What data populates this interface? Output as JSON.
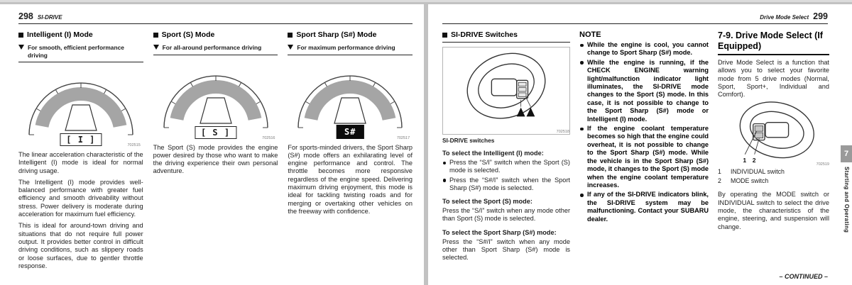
{
  "left_page": {
    "page_number": "298",
    "header_title": "SI-DRIVE",
    "columns": [
      {
        "title": "Intelligent (I) Mode",
        "tagline": "For smooth, efficient performance driving",
        "symbol": "[ I ]",
        "figure_code": "702515",
        "paragraphs": [
          "The linear acceleration characteristic of the Intelligent (I) mode is ideal for normal driving usage.",
          "The Intelligent (I) mode provides well-balanced performance with greater fuel efficiency and smooth driveability without stress. Power delivery is moderate during acceleration for maximum fuel efficiency.",
          "This is ideal for around-town driving and situations that do not require full power output. It provides better control in difficult driving conditions, such as slippery roads or loose surfaces, due to gentler throttle response."
        ]
      },
      {
        "title": "Sport (S) Mode",
        "tagline": "For all-around performance driving",
        "symbol": "[ S ]",
        "figure_code": "702516",
        "paragraphs": [
          "The Sport (S) mode provides the engine power desired by those who want to make the driving experience their own personal adventure."
        ]
      },
      {
        "title": "Sport Sharp (S#) Mode",
        "tagline": "For maximum performance driving",
        "symbol": "S#",
        "figure_code": "702517",
        "paragraphs": [
          "For sports-minded drivers, the Sport Sharp (S#) mode offers an exhilarating level of engine performance and control. The throttle becomes more responsive regardless of the engine speed. Delivering maximum driving enjoyment, this mode is ideal for tackling twisting roads and for merging or overtaking other vehicles on the freeway with confidence."
        ]
      }
    ]
  },
  "right_page": {
    "page_number": "299",
    "header_title": "Drive Mode Select",
    "switches": {
      "title": "SI-DRIVE Switches",
      "figure_code": "702518",
      "caption": "SI-DRIVE switches",
      "intelligent_heading": "To select the Intelligent (I) mode:",
      "intelligent_bullets": [
        "Press the “S/I” switch when the Sport (S) mode is selected.",
        "Press the “S#/I” switch when the Sport Sharp (S#) mode is selected."
      ],
      "sport_heading": "To select the Sport (S) mode:",
      "sport_text": "Press the “S/I” switch when any mode other than Sport (S) mode is selected.",
      "sport_sharp_heading": "To select the Sport Sharp (S#) mode:",
      "sport_sharp_text": "Press the “S#/I” switch when any mode other than Sport Sharp (S#) mode is selected."
    },
    "note": {
      "title": "NOTE",
      "bullets": [
        "While the engine is cool, you cannot change to Sport Sharp (S#) mode.",
        "While the engine is running, if the CHECK ENGINE warning light/malfunction indicator light illuminates, the SI-DRIVE mode changes to the Sport (S) mode. In this case, it is not possible to change to the Sport Sharp (S#) mode or Intelligent (I) mode.",
        "If the engine coolant temperature becomes so high that the engine could overheat, it is not possible to change to the Sport Sharp (S#) mode. While the vehicle is in the Sport Sharp (S#) mode, it changes to the Sport (S) mode when the engine coolant temperature increases.",
        "If any of the SI-DRIVE indicators blink, the SI-DRIVE system may be malfunctioning. Contact your SUBARU dealer."
      ]
    },
    "drive_mode": {
      "title": "7-9. Drive Mode Select (If Equipped)",
      "intro": "Drive Mode Select is a function that allows you to select your favorite mode from 5 drive modes (Normal, Sport, Sport+, Individual and Comfort).",
      "figure_code": "702519",
      "legend": [
        {
          "num": "1",
          "label": "INDIVIDUAL switch"
        },
        {
          "num": "2",
          "label": "MODE switch"
        }
      ],
      "outro": "By operating the MODE switch or INDIVIDUAL switch to select the drive mode, the characteristics of the engine, steering, and suspension will change.",
      "continued": "– CONTINUED –"
    },
    "side_tab": {
      "number": "7",
      "label": "Starting and Operating"
    }
  }
}
